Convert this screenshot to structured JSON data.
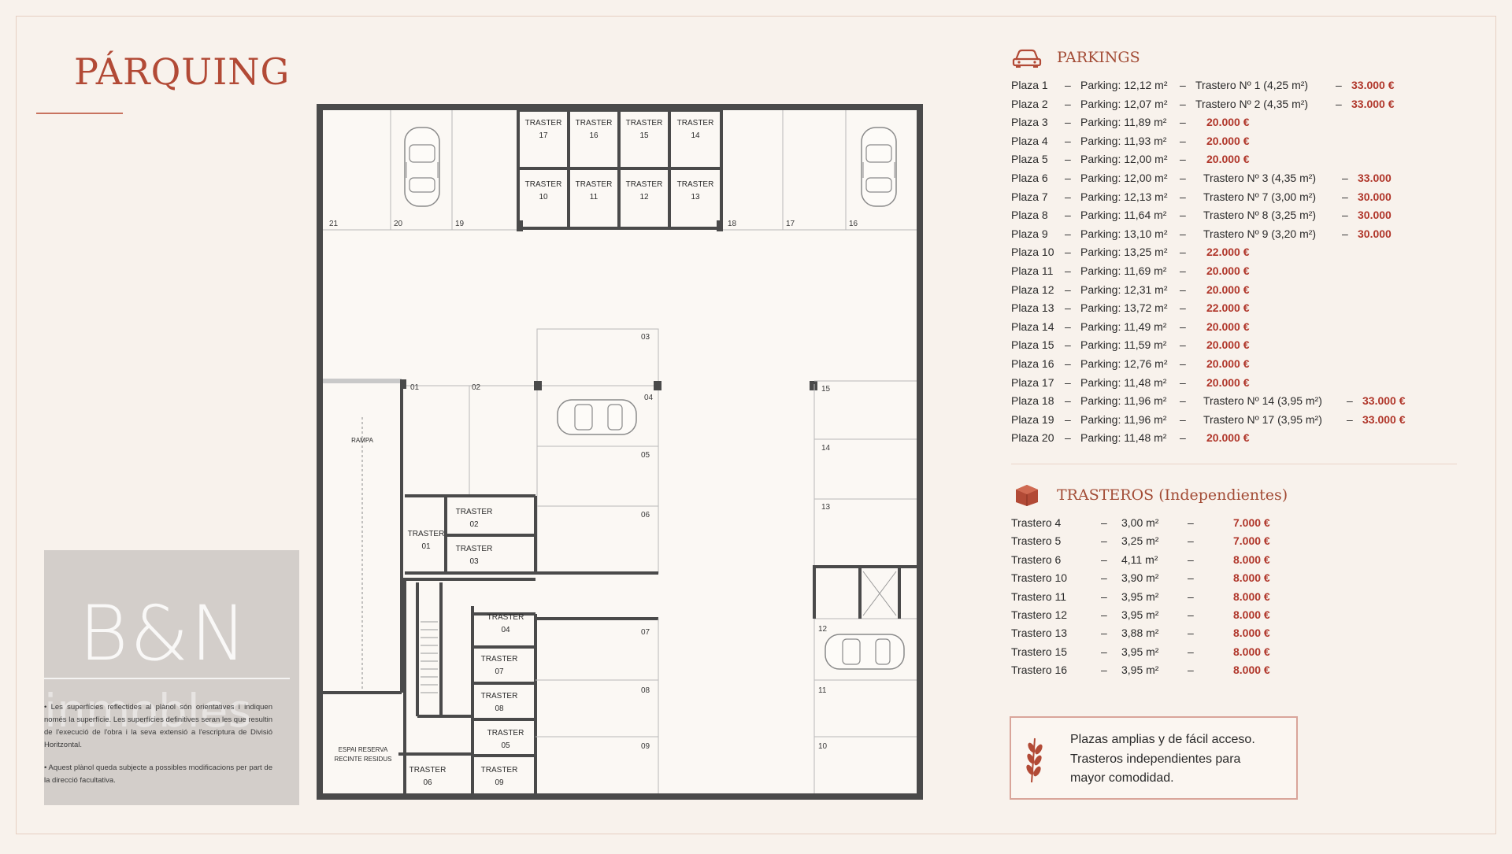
{
  "page_title": "PÁRQUING",
  "watermark": {
    "logo": "B&N",
    "sub": "inmobles",
    "notes": [
      "• Les superfícies reflectides al plànol són orientatives i indiquen només la superfície. Les superfícies definitives seran les que resultin de l'execució de l'obra i la seva extensió a l'escriptura de Divisió Horitzontal.",
      "• Aquest plànol queda subjecte a possibles modificacions per part de la direcció facultativa."
    ]
  },
  "plan": {
    "storage_label": "TRASTER",
    "storages": [
      "17",
      "16",
      "15",
      "14",
      "10",
      "11",
      "12",
      "13",
      "02",
      "01",
      "03",
      "04",
      "07",
      "08",
      "05",
      "06",
      "09"
    ],
    "spots": [
      "21",
      "20",
      "19",
      "18",
      "17",
      "16",
      "03",
      "01",
      "02",
      "04",
      "05",
      "06",
      "07",
      "08",
      "09",
      "15",
      "14",
      "13",
      "12",
      "11",
      "10"
    ],
    "rampa": "RAMPA",
    "waste_line1": "ESPAI RESERVA",
    "waste_line2": "RECINTE RESIDUS"
  },
  "parkings": {
    "heading": "PARKINGS",
    "icon": "car-icon",
    "rows": [
      {
        "plaza": "Plaza 1",
        "dash1": "–",
        "parking": "Parking: 12,12 m²",
        "dash2": "–",
        "trastero": "Trastero Nº 1 (4,25 m²)",
        "dash3": "–",
        "price": "33.000 €"
      },
      {
        "plaza": "Plaza 2",
        "dash1": "–",
        "parking": "Parking: 12,07 m²",
        "dash2": "–",
        "trastero": "Trastero Nº 2 (4,35 m²)",
        "dash3": "–",
        "price": "33.000 €"
      },
      {
        "plaza": "Plaza 3",
        "dash1": "–",
        "parking": "Parking: 11,89 m²",
        "dash2": "–",
        "price": "20.000 €"
      },
      {
        "plaza": "Plaza 4",
        "dash1": "–",
        "parking": "Parking: 11,93 m²",
        "dash2": "–",
        "price": "20.000 €"
      },
      {
        "plaza": "Plaza 5",
        "dash1": "–",
        "parking": "Parking: 12,00 m²",
        "dash2": "–",
        "price": "20.000 €"
      },
      {
        "plaza": "Plaza 6",
        "dash1": "–",
        "parking": "Parking: 12,00 m²",
        "dash2": "–",
        "trastero": "Trastero Nº 3 (4,35 m²)",
        "dash3": "–",
        "price": "33.000"
      },
      {
        "plaza": "Plaza 7",
        "dash1": "–",
        "parking": "Parking: 12,13 m²",
        "dash2": "–",
        "trastero": "Trastero Nº 7 (3,00 m²)",
        "dash3": "–",
        "price": "30.000"
      },
      {
        "plaza": "Plaza 8",
        "dash1": "–",
        "parking": "Parking: 11,64 m²",
        "dash2": "–",
        "trastero": "Trastero Nº 8 (3,25 m²)",
        "dash3": "–",
        "price": "30.000"
      },
      {
        "plaza": "Plaza 9",
        "dash1": "–",
        "parking": "Parking: 13,10 m²",
        "dash2": "–",
        "trastero": "Trastero Nº 9 (3,20 m²)",
        "dash3": "–",
        "price": "30.000"
      },
      {
        "plaza": "Plaza 10",
        "dash1": "–",
        "parking": "Parking: 13,25 m²",
        "dash2": "–",
        "price": "22.000 €"
      },
      {
        "plaza": "Plaza 11",
        "dash1": "–",
        "parking": "Parking: 11,69 m²",
        "dash2": "–",
        "price": "20.000 €"
      },
      {
        "plaza": "Plaza 12",
        "dash1": "–",
        "parking": "Parking: 12,31 m²",
        "dash2": "–",
        "price": "20.000 €"
      },
      {
        "plaza": "Plaza 13",
        "dash1": "–",
        "parking": "Parking: 13,72 m²",
        "dash2": "–",
        "price": "22.000 €"
      },
      {
        "plaza": "Plaza 14",
        "dash1": "–",
        "parking": "Parking: 11,49 m²",
        "dash2": "–",
        "price": "20.000 €"
      },
      {
        "plaza": "Plaza 15",
        "dash1": "–",
        "parking": "Parking: 11,59 m²",
        "dash2": "–",
        "price": "20.000 €"
      },
      {
        "plaza": "Plaza 16",
        "dash1": "–",
        "parking": "Parking: 12,76 m²",
        "dash2": "–",
        "price": "20.000 €"
      },
      {
        "plaza": "Plaza 17",
        "dash1": "–",
        "parking": "Parking: 11,48 m²",
        "dash2": "–",
        "price": "20.000 €"
      },
      {
        "plaza": "Plaza 18",
        "dash1": "–",
        "parking": "Parking: 11,96 m²",
        "dash2": "–",
        "trastero": "Trastero Nº 14 (3,95 m²)",
        "dash3": "–",
        "price": "33.000 €"
      },
      {
        "plaza": "Plaza 19",
        "dash1": "–",
        "parking": "Parking: 11,96 m²",
        "dash2": "–",
        "trastero": "Trastero Nº 17 (3,95 m²)",
        "dash3": "–",
        "price": "33.000 €"
      },
      {
        "plaza": "Plaza 20",
        "dash1": "–",
        "parking": "Parking: 11,48 m²",
        "dash2": "–",
        "price": "20.000 €"
      }
    ]
  },
  "trasteros": {
    "heading": "TRASTEROS (Independientes)",
    "icon": "box-icon",
    "rows": [
      {
        "name": "Trastero 4",
        "dash1": "–",
        "area": "3,00 m²",
        "dash2": "–",
        "price": "7.000 €"
      },
      {
        "name": "Trastero 5",
        "dash1": "–",
        "area": "3,25 m²",
        "dash2": "–",
        "price": "7.000 €"
      },
      {
        "name": "Trastero 6",
        "dash1": "–",
        "area": "4,11 m²",
        "dash2": "–",
        "price": "8.000 €"
      },
      {
        "name": "Trastero 10",
        "dash1": "–",
        "area": "3,90 m²",
        "dash2": "–",
        "price": "8.000 €"
      },
      {
        "name": "Trastero 11",
        "dash1": "–",
        "area": "3,95 m²",
        "dash2": "–",
        "price": "8.000 €"
      },
      {
        "name": "Trastero 12",
        "dash1": "–",
        "area": "3,95 m²",
        "dash2": "–",
        "price": "8.000 €"
      },
      {
        "name": "Trastero 13",
        "dash1": "–",
        "area": "3,88 m²",
        "dash2": "–",
        "price": "8.000 €"
      },
      {
        "name": "Trastero 15",
        "dash1": "–",
        "area": "3,95 m²",
        "dash2": "–",
        "price": "8.000 €"
      },
      {
        "name": "Trastero 16",
        "dash1": "–",
        "area": "3,95 m²",
        "dash2": "–",
        "price": "8.000 €"
      }
    ]
  },
  "callout": {
    "icon": "wheat-icon",
    "lines": [
      "Plazas amplias y de fácil acceso.",
      "Trasteros independientes para",
      "mayor comodidad."
    ]
  },
  "colors": {
    "accent": "#b24a36",
    "price": "#b0362a",
    "background": "#f8f2ec"
  }
}
